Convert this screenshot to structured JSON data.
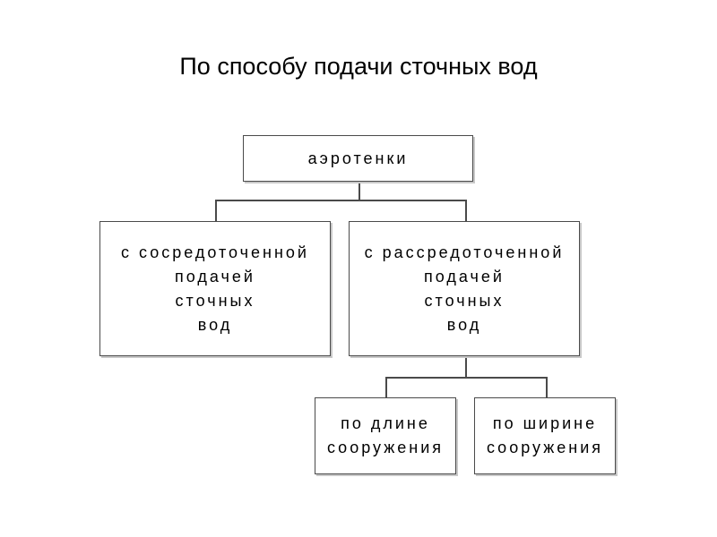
{
  "title": "По способу подачи сточных вод",
  "diagram": {
    "root": {
      "label": "аэротенки"
    },
    "concentrated": {
      "lines": [
        "с сосредоточенной",
        "подачей",
        "сточных",
        "вод"
      ]
    },
    "dispersed": {
      "lines": [
        "с рассредоточенной",
        "подачей",
        "сточных",
        "вод"
      ]
    },
    "by_length": {
      "lines": [
        "по длине",
        "сооружения"
      ]
    },
    "by_width": {
      "lines": [
        "по ширине",
        "сооружения"
      ]
    }
  },
  "colors": {
    "line": "#4a4a4a",
    "background": "#ffffff",
    "text": "#000000"
  }
}
